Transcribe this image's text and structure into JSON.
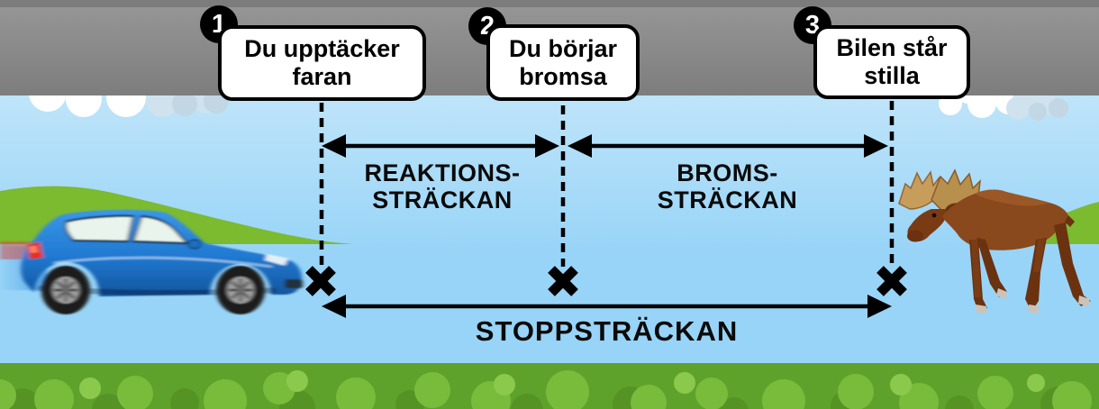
{
  "callouts": [
    {
      "number": "1",
      "line1": "Du upptäcker",
      "line2": "faran"
    },
    {
      "number": "2",
      "line1": "Du börjar",
      "line2": "bromsa"
    },
    {
      "number": "3",
      "line1": "Bilen står",
      "line2": "stilla"
    }
  ],
  "labels": {
    "reaction": {
      "line1": "REAKTIONS-",
      "line2": "STRÄCKAN"
    },
    "braking": {
      "line1": "BROMS-",
      "line2": "STRÄCKAN"
    },
    "total": "STOPPSTRÄCKAN"
  },
  "palette": {
    "sky_top": "#d6eefb",
    "sky_bottom": "#98d4f7",
    "hill_green": "#7cba30",
    "road_gray": "#8d8d8d",
    "road_marking_white": "#ffffff",
    "bush_green": "#5fa22b",
    "diagram_black": "#000000",
    "callout_bg": "#ffffff",
    "car_blue": "#2080d8",
    "moose_brown": "#8a481d"
  }
}
